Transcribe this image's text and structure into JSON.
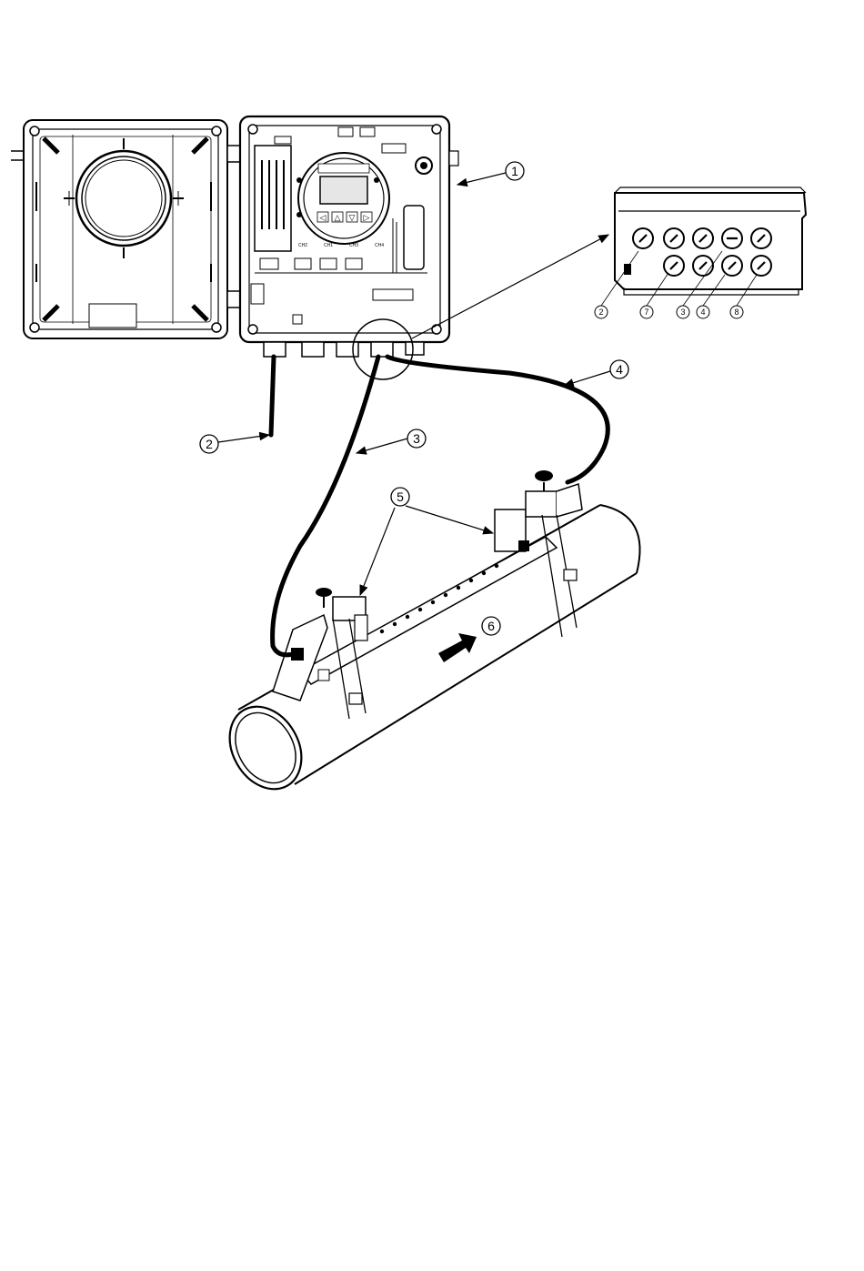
{
  "callouts": {
    "c1": "1",
    "c2": "2",
    "c3": "3",
    "c4": "4",
    "c5": "5",
    "c6": "6"
  },
  "inset_callouts": [
    "2",
    "7",
    "3",
    "4",
    "8"
  ],
  "channel_labels": [
    "CH2",
    "CH1",
    "CH3",
    "CH4"
  ],
  "display_buttons": [
    "◁",
    "△",
    "▽",
    "▷"
  ],
  "colors": {
    "line": "#000000",
    "fill": "#ffffff",
    "shade": "#d9d9d9"
  }
}
